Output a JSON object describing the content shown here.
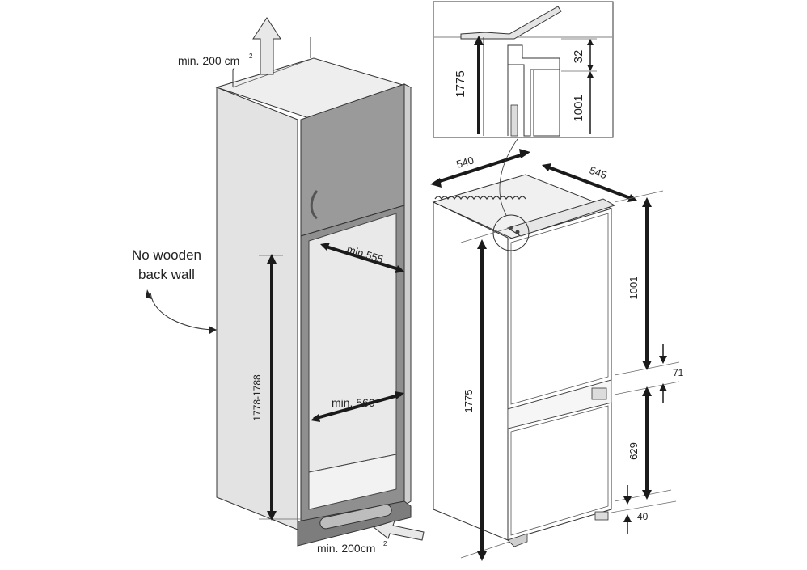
{
  "labels": {
    "vent_top": "min. 200 cm",
    "vent_top_sup": "2",
    "vent_bottom": "min. 200cm",
    "vent_bottom_sup": "2",
    "no_back_wall_line1": "No wooden",
    "no_back_wall_line2": "back wall",
    "niche_depth": "min.555",
    "niche_width": "min. 560",
    "niche_height": "1778-1788",
    "appliance_width": "540",
    "appliance_depth": "545",
    "appliance_height": "1775",
    "upper_door": "1001",
    "gap": "71",
    "lower_door": "629",
    "plinth_gap": "40",
    "detail_height": "1775",
    "detail_offset": "32",
    "detail_door": "1001"
  },
  "colors": {
    "cabinet_side": "#e3e3e3",
    "cabinet_front": "#d6d6d6",
    "upper_door": "#9a9a9a",
    "frame": "#8f8f8f",
    "plinth": "#7d7d7d",
    "dimension": "#1a1a1a"
  }
}
